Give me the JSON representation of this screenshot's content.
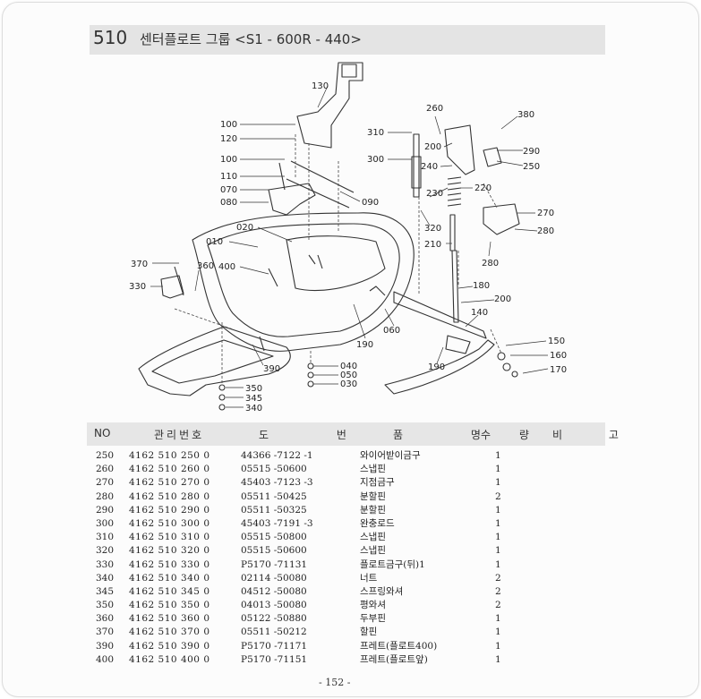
{
  "header": {
    "section_number": "510",
    "title": "센터플로트 그룹 <S1 - 600R - 440>"
  },
  "diagram": {
    "callouts": [
      "130",
      "100",
      "120",
      "100",
      "110",
      "070",
      "080",
      "020",
      "010",
      "400",
      "370",
      "360",
      "330",
      "260",
      "380",
      "310",
      "200",
      "290",
      "300",
      "240",
      "250",
      "230",
      "220",
      "320",
      "270",
      "210",
      "280",
      "280",
      "180",
      "200",
      "140",
      "060",
      "190",
      "390",
      "040",
      "050",
      "030",
      "350",
      "345",
      "340",
      "190",
      "150",
      "160",
      "170",
      "090"
    ]
  },
  "table": {
    "headers": {
      "no": "NO",
      "part_no": "관리번호",
      "drawing_no": "도 번",
      "name": "품 명",
      "qty": "수 량",
      "note": "비 고"
    },
    "rows": [
      {
        "no": "250",
        "part": "4162  510  250  0",
        "drawing": "44366 -7122 -1",
        "name": "와이어받이금구",
        "qty": "1"
      },
      {
        "no": "260",
        "part": "4162  510  260  0",
        "drawing": "05515 -50600",
        "name": "스냅핀",
        "qty": "1"
      },
      {
        "no": "270",
        "part": "4162  510  270  0",
        "drawing": "45403 -7123 -3",
        "name": "지점금구",
        "qty": "1"
      },
      {
        "no": "280",
        "part": "4162  510  280  0",
        "drawing": "05511 -50425",
        "name": "분할핀",
        "qty": "2"
      },
      {
        "no": "290",
        "part": "4162  510  290  0",
        "drawing": "05511 -50325",
        "name": "분할핀",
        "qty": "1"
      },
      {
        "no": "300",
        "part": "4162  510  300  0",
        "drawing": "45403 -7191 -3",
        "name": "완충로드",
        "qty": "1"
      },
      {
        "no": "310",
        "part": "4162  510  310  0",
        "drawing": "05515 -50800",
        "name": "스냅핀",
        "qty": "1"
      },
      {
        "no": "320",
        "part": "4162  510  320  0",
        "drawing": "05515 -50600",
        "name": "스냅핀",
        "qty": "1"
      },
      {
        "no": "330",
        "part": "4162  510  330  0",
        "drawing": "P5170 -71131",
        "name": "플로트금구(뒤)1",
        "qty": "1"
      },
      {
        "no": "340",
        "part": "4162  510  340  0",
        "drawing": "02114 -50080",
        "name": "너트",
        "qty": "2"
      },
      {
        "no": "345",
        "part": "4162  510  345  0",
        "drawing": "04512 -50080",
        "name": "스프링와셔",
        "qty": "2"
      },
      {
        "no": "350",
        "part": "4162  510  350  0",
        "drawing": "04013 -50080",
        "name": "평와셔",
        "qty": "2"
      },
      {
        "no": "360",
        "part": "4162  510  360  0",
        "drawing": "05122 -50880",
        "name": "두부핀",
        "qty": "1"
      },
      {
        "no": "370",
        "part": "4162  510  370  0",
        "drawing": "05511 -50212",
        "name": "할핀",
        "qty": "1"
      },
      {
        "no": "390",
        "part": "4162  510  390  0",
        "drawing": "P5170 -71171",
        "name": "프레트(플로트400)",
        "qty": "1"
      },
      {
        "no": "400",
        "part": "4162  510  400  0",
        "drawing": "P5170 -71151",
        "name": "프레트(플로트앞)",
        "qty": "1"
      }
    ]
  },
  "footer": {
    "page_number": "- 152 -"
  }
}
